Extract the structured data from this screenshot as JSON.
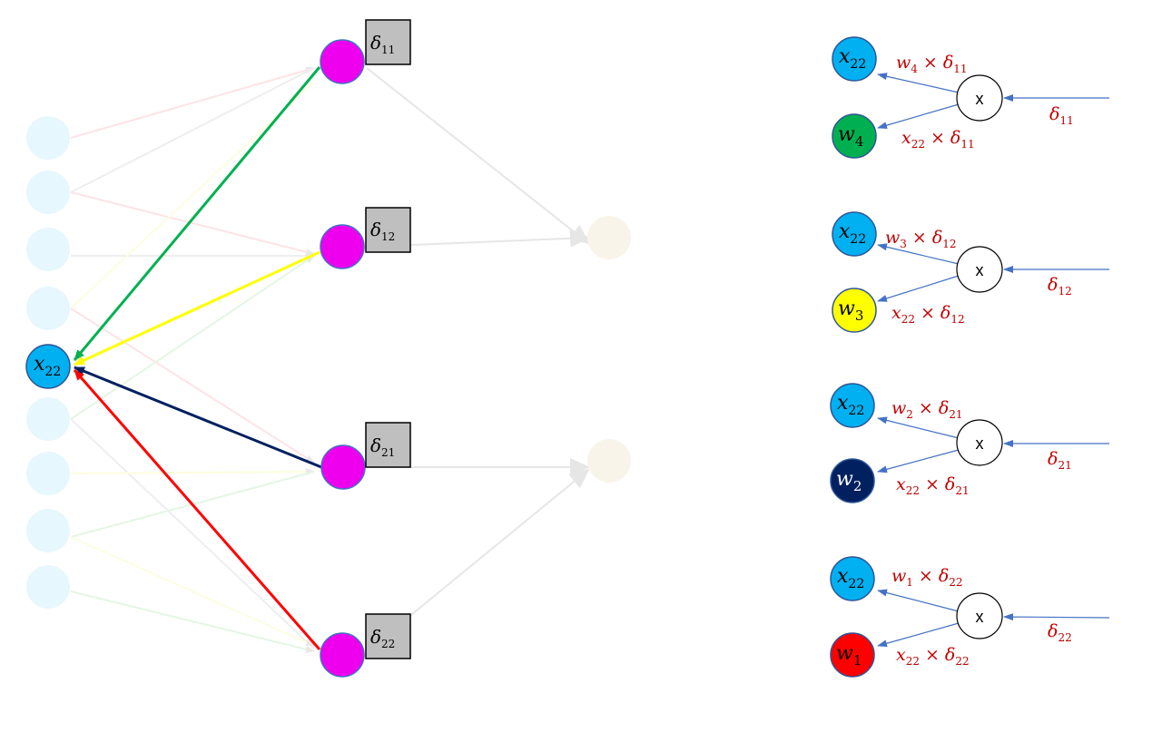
{
  "network": {
    "focus_node": {
      "var": "x",
      "sub": "22",
      "color": "#00b0f0"
    },
    "hidden_nodes": [
      {
        "delta_sub": "11",
        "edge_color": "#00b050"
      },
      {
        "delta_sub": "12",
        "edge_color": "#ffff00"
      },
      {
        "delta_sub": "21",
        "edge_color": "#002060"
      },
      {
        "delta_sub": "22",
        "edge_color": "#ff0000"
      }
    ],
    "delta_symbol": "δ",
    "hidden_color": "#ee00ee",
    "faded_input_color": "#e6f7fd",
    "faded_output_color": "#f9f4e9"
  },
  "gates": [
    {
      "op": "x",
      "delta_sub": "11",
      "w_sub": "4",
      "w_color": "#00b050",
      "w_text_color": "#000000"
    },
    {
      "op": "x",
      "delta_sub": "12",
      "w_sub": "3",
      "w_color": "#ffff00",
      "w_text_color": "#000000"
    },
    {
      "op": "x",
      "delta_sub": "21",
      "w_sub": "2",
      "w_color": "#002060",
      "w_text_color": "#ffffff"
    },
    {
      "op": "x",
      "delta_sub": "22",
      "w_sub": "1",
      "w_color": "#ff0000",
      "w_text_color": "#000000"
    }
  ],
  "symbols": {
    "times": "×",
    "x_var": "x",
    "w_var": "w",
    "x_sub": "22"
  }
}
